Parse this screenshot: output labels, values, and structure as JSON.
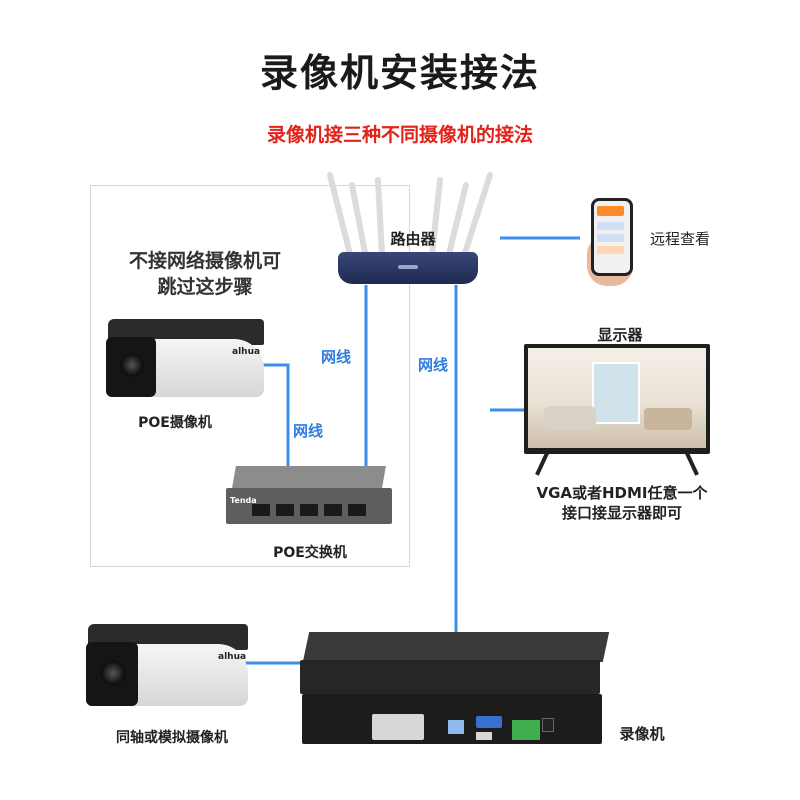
{
  "title": "录像机安装接法",
  "subtitle": "录像机接三种不同摄像机的接法",
  "labels": {
    "router": "路由器",
    "remote_view": "远程查看",
    "display": "显示器",
    "display_note_line1": "VGA或者HDMI任意一个",
    "display_note_line2": "接口接显示器即可",
    "skip_note_line1": "不接网络摄像机可",
    "skip_note_line2": "跳过这步骤",
    "poe_camera": "POE摄像机",
    "poe_switch": "POE交换机",
    "analog_camera": "同轴或模拟摄像机",
    "nvr": "录像机",
    "cable_1": "网线",
    "cable_2": "网线",
    "cable_3": "网线",
    "camera_brand_top": "alhua",
    "camera_brand_bottom": "alhua",
    "switch_brand": "Tenda"
  },
  "colors": {
    "wire": "#3a8fe8",
    "accent_red": "#e2231a",
    "router_body": "#1f2a52",
    "dark_device": "#2c2c2c"
  }
}
